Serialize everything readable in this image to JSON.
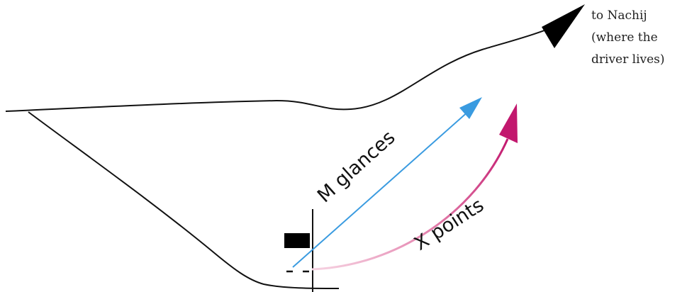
{
  "labels": {
    "destination": [
      "to Nachij",
      "(where the",
      "driver lives)"
    ],
    "glance": "M glances",
    "point": "X points"
  },
  "colors": {
    "road": "#111111",
    "glance_arrow": "#3a9be0",
    "point_arrow": "#c2186e",
    "point_arrow_light": "#f0b6cf"
  }
}
